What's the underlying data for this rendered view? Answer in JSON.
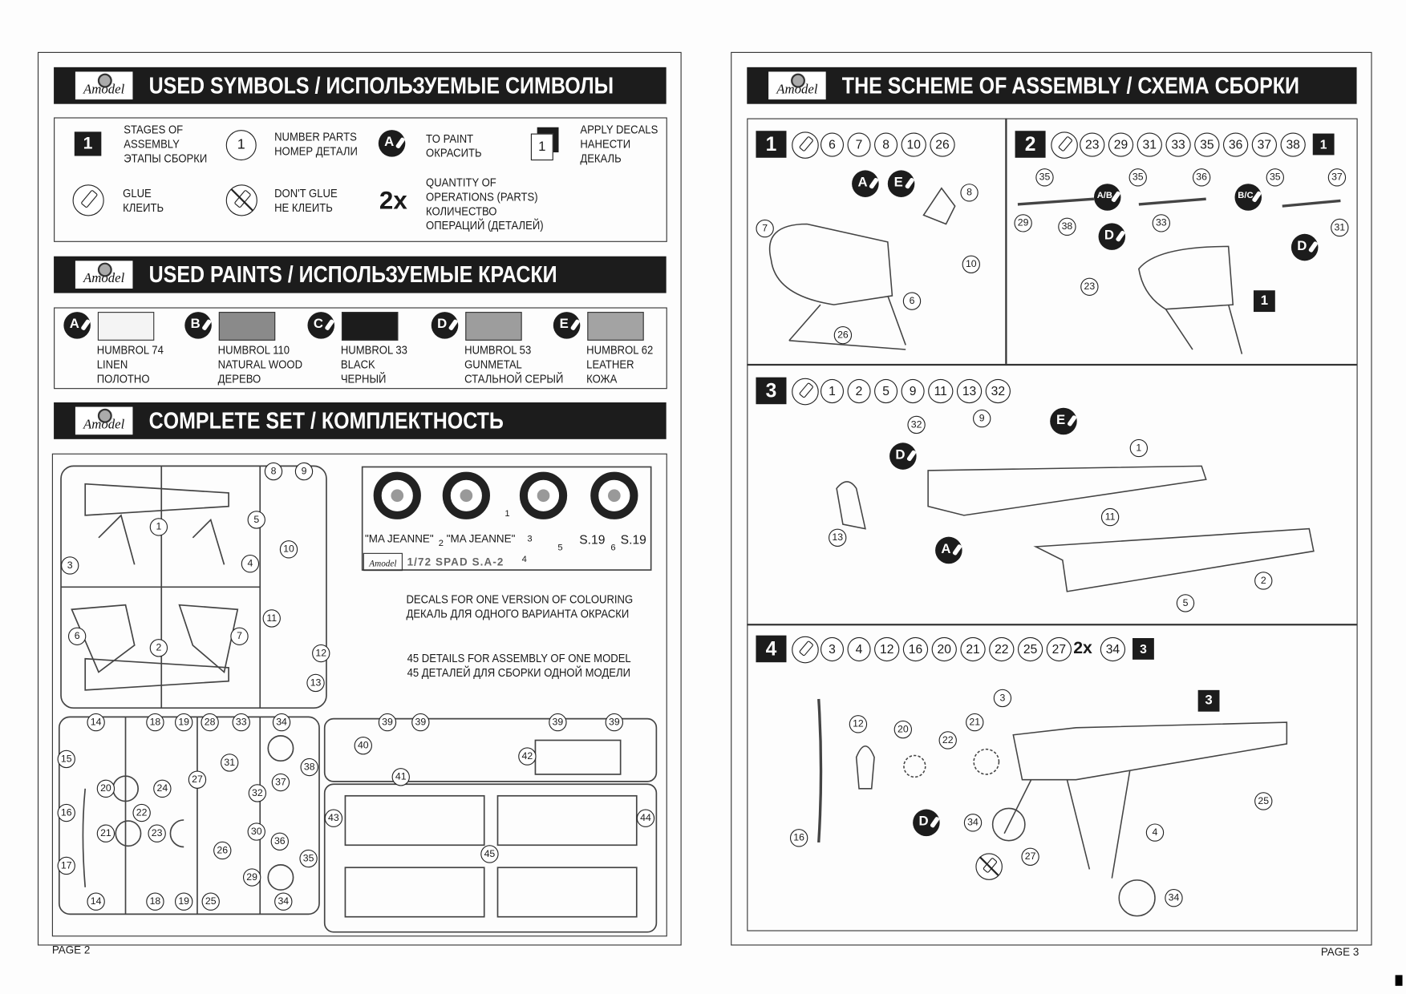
{
  "brand": "Amodel",
  "left_page": {
    "symbols_header": "USED SYMBOLS / ИСПОЛЬЗУЕМЫЕ СИМВОЛЫ",
    "symbols": {
      "stages": {
        "icon_text": "1",
        "lines": [
          "STAGES OF",
          "ASSEMBLY",
          "ЭТАПЫ СБОРКИ"
        ]
      },
      "number_parts": {
        "icon_text": "1",
        "lines": [
          "NUMBER PARTS",
          "НОМЕР ДЕТАЛИ"
        ]
      },
      "paint": {
        "icon_text": "A",
        "lines": [
          "TO PAINT",
          "ОКРАСИТЬ"
        ]
      },
      "decals": {
        "icon_text": "1",
        "lines": [
          "APPLY DECALS",
          "НАНЕСТИ",
          "ДЕКАЛЬ"
        ]
      },
      "glue": {
        "lines": [
          "GLUE",
          "КЛЕИТЬ"
        ]
      },
      "no_glue": {
        "lines": [
          "DON'T GLUE",
          "НЕ КЛЕИТЬ"
        ]
      },
      "quantity": {
        "icon_text": "2x",
        "lines": [
          "QUANTITY OF",
          "OPERATIONS (PARTS)",
          "КОЛИЧЕСТВО",
          "ОПЕРАЦИЙ (ДЕТАЛЕЙ)"
        ]
      }
    },
    "paints_header": "USED PAINTS / ИСПОЛЬЗУЕМЫЕ КРАСКИ",
    "paints": [
      {
        "letter": "A",
        "name": "HUMBROL 74",
        "en": "LINEN",
        "ru": "ПОЛОТНО",
        "color": "#f4f4f4"
      },
      {
        "letter": "B",
        "name": "HUMBROL 110",
        "en": "NATURAL WOOD",
        "ru": "ДЕРЕВО",
        "color": "#8a8a8a"
      },
      {
        "letter": "C",
        "name": "HUMBROL 33",
        "en": "BLACK",
        "ru": "ЧЕРНЫЙ",
        "color": "#1c1c1c"
      },
      {
        "letter": "D",
        "name": "HUMBROL 53",
        "en": "GUNMETAL",
        "ru": "СТАЛЬНОЙ СЕРЫЙ",
        "color": "#9d9d9d"
      },
      {
        "letter": "E",
        "name": "HUMBROL 62",
        "en": "LEATHER",
        "ru": "КОЖА",
        "color": "#a3a3a3"
      }
    ],
    "complete_header": "COMPLETE SET / КОМПЛЕКТНОСТЬ",
    "decal_sheet": {
      "numbers": [
        "1",
        "2",
        "3",
        "4",
        "5",
        "6"
      ],
      "ma_jeanne": "\"MA JEANNE\"",
      "s19": "S.19",
      "title": "1/72 SPAD S.A-2"
    },
    "decals_note": [
      "DECALS FOR ONE VERSION OF COLOURING",
      "ДЕКАЛЬ ДЛЯ ОДНОГО ВАРИАНТА ОКРАСКИ"
    ],
    "details_note": [
      "45 DETAILS FOR ASSEMBLY OF ONE MODEL",
      "45 ДЕТАЛЕЙ ДЛЯ СБОРКИ ОДНОЙ МОДЕЛИ"
    ],
    "sprue_part_labels": [
      "8",
      "9",
      "5",
      "1",
      "3",
      "4",
      "10",
      "6",
      "2",
      "7",
      "11",
      "12",
      "13",
      "14",
      "18",
      "19",
      "28",
      "33",
      "34",
      "15",
      "38",
      "31",
      "27",
      "37",
      "20",
      "24",
      "32",
      "22",
      "16",
      "21",
      "23",
      "30",
      "36",
      "26",
      "35",
      "29",
      "17",
      "14",
      "18",
      "19",
      "25",
      "34",
      "39",
      "39",
      "39",
      "39",
      "40",
      "41",
      "42",
      "43",
      "44",
      "45"
    ],
    "page_number": "PAGE 2"
  },
  "right_page": {
    "header": "THE SCHEME OF ASSEMBLY / СХЕМА СБОРКИ",
    "stages": [
      {
        "number": "1",
        "parts": [
          "6",
          "7",
          "8",
          "10",
          "26"
        ]
      },
      {
        "number": "2",
        "parts": [
          "23",
          "29",
          "31",
          "33",
          "35",
          "36",
          "37",
          "38"
        ],
        "decal": "1"
      },
      {
        "number": "3",
        "parts": [
          "1",
          "2",
          "5",
          "9",
          "11",
          "13",
          "32"
        ]
      },
      {
        "number": "4",
        "parts": [
          "3",
          "4",
          "12",
          "16",
          "20",
          "21",
          "22",
          "25",
          "27"
        ],
        "quantity": "2x",
        "quantity_part": "34",
        "decal": "3"
      }
    ],
    "diagram_part_labels": [
      "8",
      "7",
      "10",
      "6",
      "26",
      "35",
      "35",
      "36",
      "35",
      "37",
      "29",
      "38",
      "33",
      "31",
      "23",
      "32",
      "9",
      "1",
      "11",
      "13",
      "2",
      "5",
      "3",
      "12",
      "20",
      "21",
      "22",
      "34",
      "16",
      "27",
      "4",
      "25",
      "34"
    ],
    "diagram_paint_badges": [
      "A",
      "E",
      "A/B",
      "B/C",
      "D",
      "D",
      "E",
      "D",
      "A",
      "D"
    ],
    "diagram_decal_markers": [
      "1",
      "3"
    ],
    "page_number": "PAGE 3"
  }
}
